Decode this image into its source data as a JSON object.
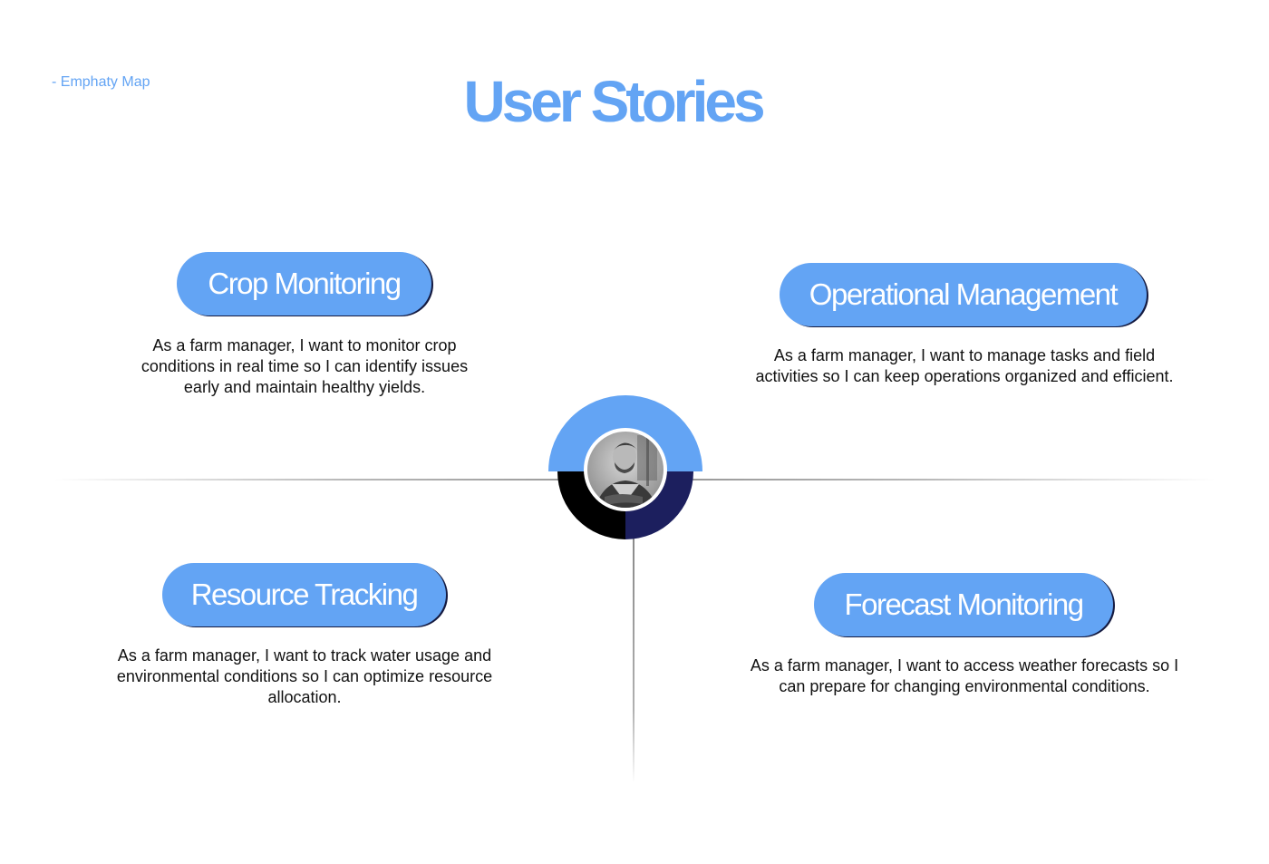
{
  "header": {
    "section_tag": "- Emphaty Map",
    "title": "User Stories"
  },
  "colors": {
    "accent": "#63a4f4",
    "navy": "#1c1f5e",
    "black": "#000000",
    "text": "#111111"
  },
  "persona": {
    "icon": "user-avatar-photo"
  },
  "stories": [
    {
      "title": "Crop Monitoring",
      "text": "As a farm manager, I want to monitor crop conditions in real time so I can identify issues early and maintain healthy yields."
    },
    {
      "title": "Operational Management",
      "text": "As a farm manager, I want to manage tasks and field activities so I can keep operations organized and efficient."
    },
    {
      "title": "Resource Tracking",
      "text": "As a farm manager, I want to track water usage and environmental conditions so I can optimize resource allocation."
    },
    {
      "title": "Forecast Monitoring",
      "text": "As a farm manager, I want to access weather forecasts so I can prepare for changing environmental conditions."
    }
  ]
}
